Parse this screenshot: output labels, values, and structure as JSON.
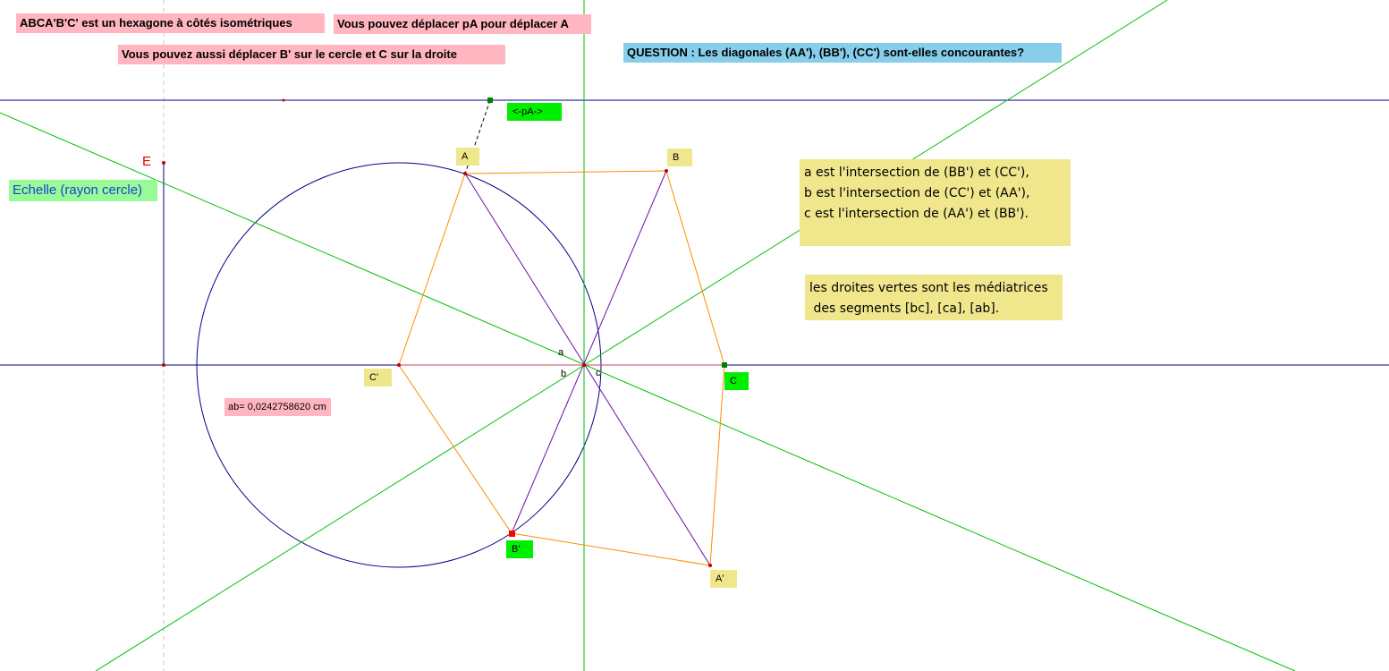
{
  "texts": {
    "hexagon_note": "ABCA'B'C' est un hexagone à côtés isométriques",
    "move_pa_note": "Vous pouvez déplacer pA pour déplacer A",
    "move_b_c_note": "Vous pouvez aussi déplacer B' sur le cercle et C sur la droite",
    "question": "QUESTION : Les diagonales (AA'), (BB'), (CC') sont-elles concourantes?",
    "scale_label": "Echelle (rayon cercle)",
    "intersections_note": "a est l'intersection de (BB') et (CC'),\nb est l'intersection de (CC') et (AA'),\nc est l'intersection de (AA') et (BB').",
    "mediatrices_note": "les droites vertes sont les médiatrices\n des segments [bc], [ca], [ab].",
    "measure": "ab= 0,0242758620 cm"
  },
  "points": {
    "pA": "<-pA->",
    "A": "A",
    "B": "B",
    "C": "C",
    "A_prime": "A'",
    "B_prime": "B'",
    "C_prime": "C'",
    "E": "E",
    "a": "a",
    "b": "b",
    "c": "c"
  },
  "colors": {
    "axis_lines": "#00008b",
    "circle": "#00008b",
    "hexagon": "#ff8c00",
    "diagonals": "#6a0dad",
    "mediatrices": "#00c000",
    "horizontal_segment": "#d04060",
    "dashed_guide": "#000000",
    "draggable_point": "#008000",
    "draggable_point_b_prime": "#ff0000"
  }
}
